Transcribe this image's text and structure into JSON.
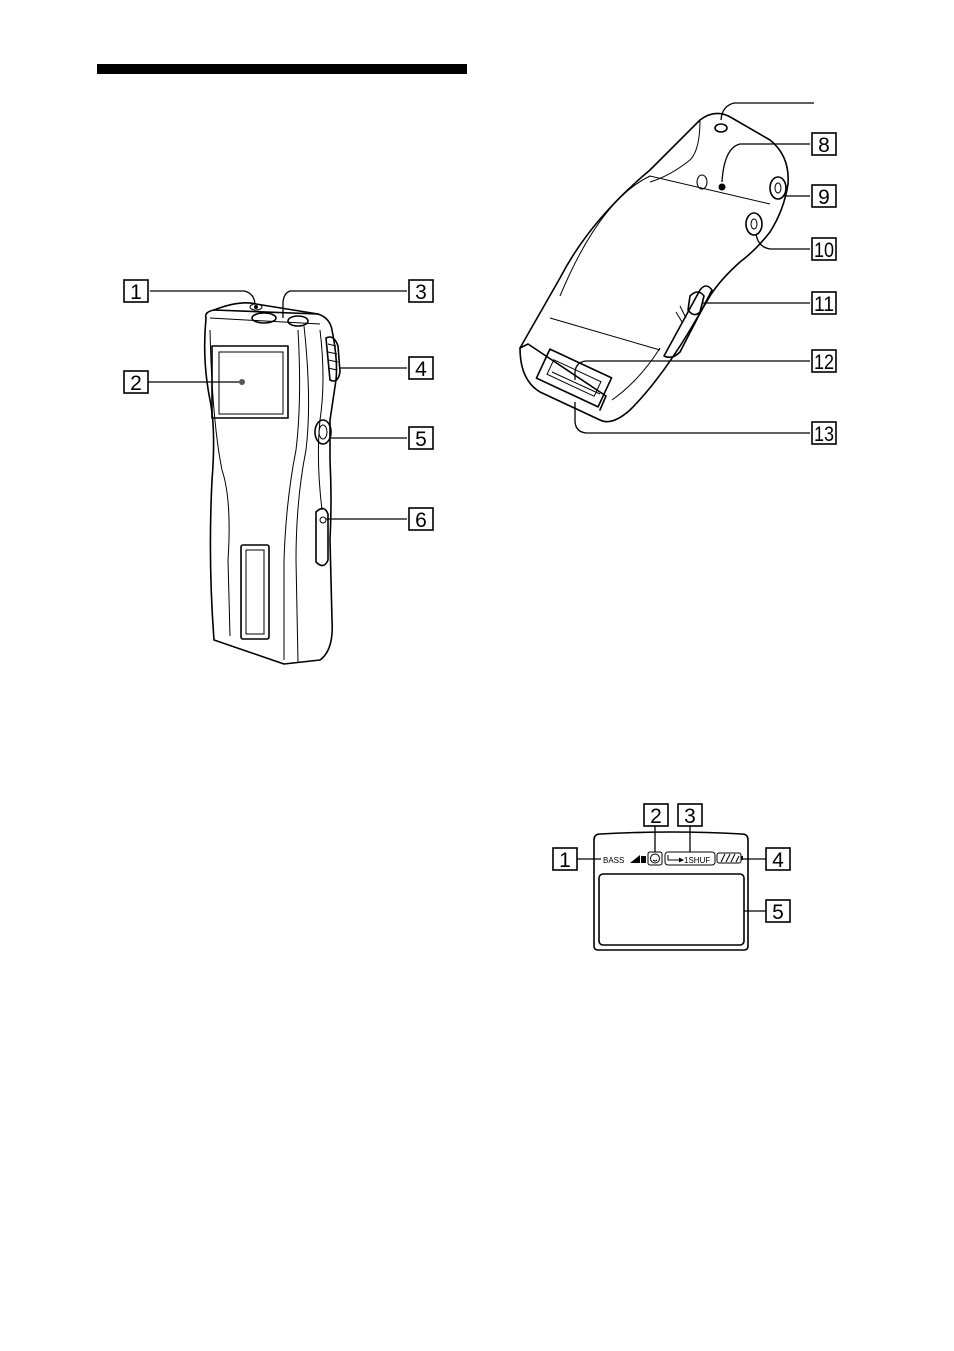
{
  "front_view": {
    "callouts": [
      "1",
      "2",
      "3",
      "4",
      "5",
      "6"
    ]
  },
  "rear_view": {
    "callouts": [
      "8",
      "9",
      "10",
      "11",
      "12",
      "13"
    ]
  },
  "display": {
    "callouts": [
      "1",
      "2",
      "3",
      "4",
      "5"
    ],
    "bass_text": "BASS",
    "play_mode_text": "1SHUF"
  }
}
